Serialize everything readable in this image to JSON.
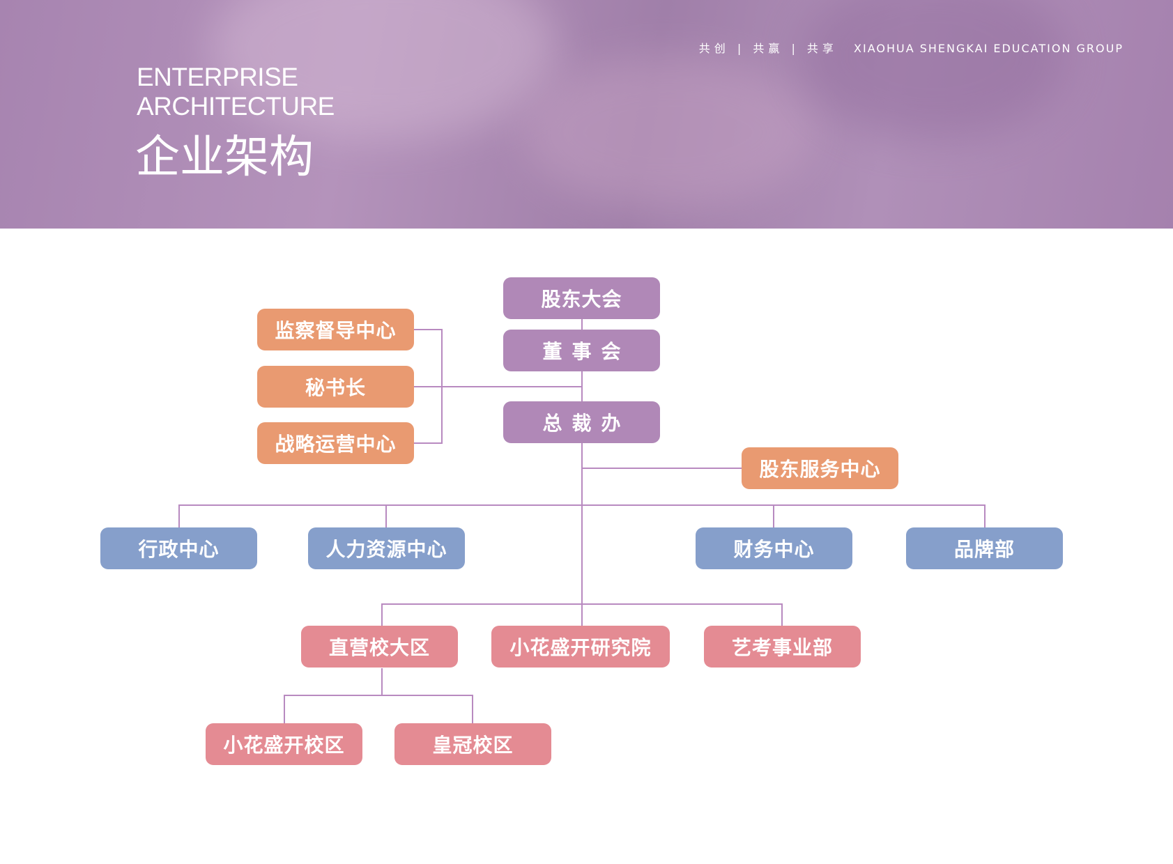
{
  "header": {
    "title_en_line1": "ENTERPRISE",
    "title_en_line2": "ARCHITECTURE",
    "title_cn": "企业架构",
    "tagline_cn": "共创 | 共赢 | 共享",
    "tagline_en": "XIAOHUA SHENGKAI EDUCATION GROUP"
  },
  "org": {
    "shareholders_meeting": "股东大会",
    "board": "董事会",
    "president_office": "总裁办",
    "supervision_center": "监察督导中心",
    "secretary_general": "秘书长",
    "strategy_center": "战略运营中心",
    "shareholder_service": "股东服务中心",
    "admin_center": "行政中心",
    "hr_center": "人力资源中心",
    "finance_center": "财务中心",
    "brand_dept": "品牌部",
    "direct_campus_region": "直营校大区",
    "research_institute": "小花盛开研究院",
    "art_exam_division": "艺考事业部",
    "xiaohua_campus": "小花盛开校区",
    "crown_campus": "皇冠校区"
  },
  "colors": {
    "purple": "#b088b7",
    "orange": "#e99a71",
    "blue": "#869fcb",
    "pink": "#e48b93",
    "line": "#b88ac0"
  }
}
